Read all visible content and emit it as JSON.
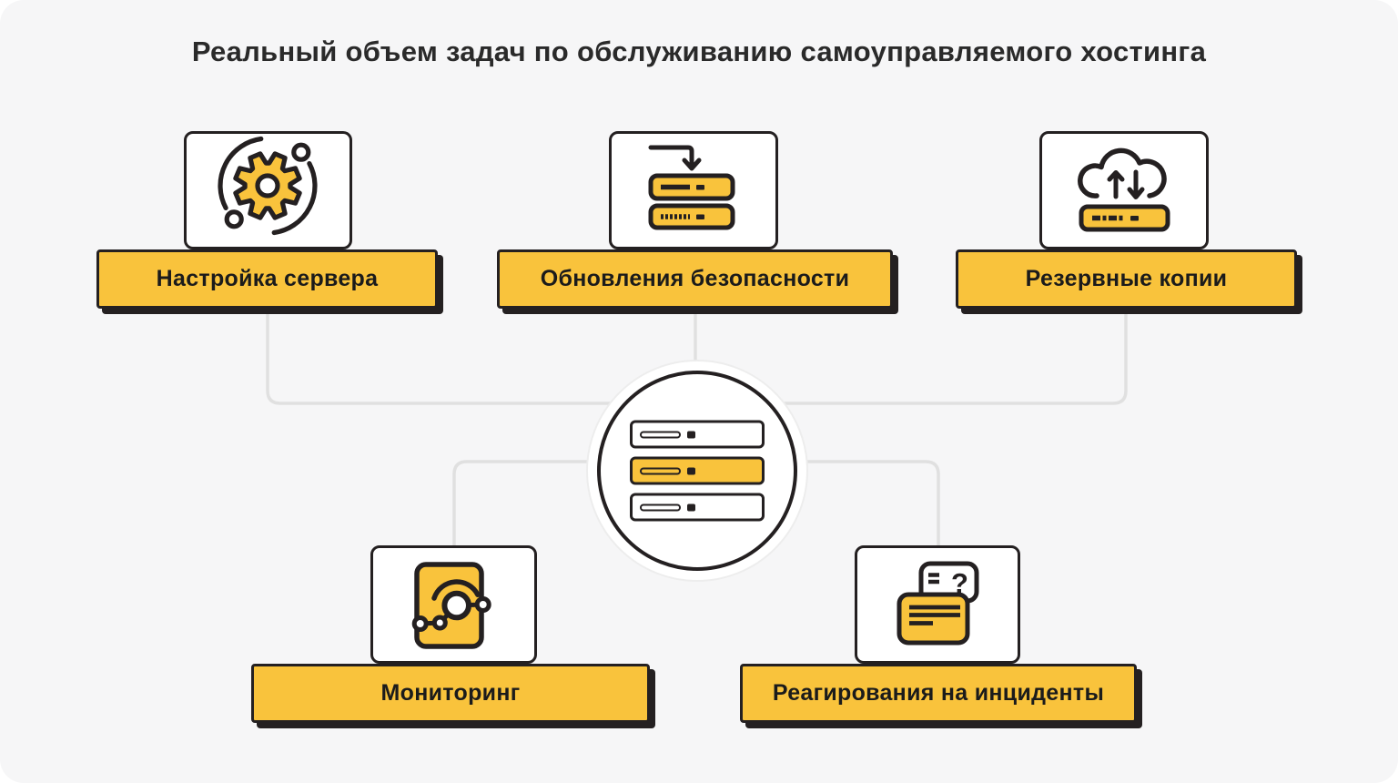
{
  "title": "Реальный объем задач по обслуживанию самоуправляемого хостинга",
  "colors": {
    "yellow": "#f9c33c",
    "ink": "#242021",
    "bg": "#f6f6f7",
    "line": "#e0e0e0",
    "card": "#ffffff"
  },
  "nodes": [
    {
      "id": "server-setup",
      "label": "Настройка сервера",
      "icon": "orbit-gear-icon"
    },
    {
      "id": "security-updates",
      "label": "Обновления безопасности",
      "icon": "server-update-arrow-icon"
    },
    {
      "id": "backups",
      "label": "Резервные копии",
      "icon": "cloud-backup-icon"
    },
    {
      "id": "monitoring",
      "label": "Мониторинг",
      "icon": "monitoring-chart-icon"
    },
    {
      "id": "incident-response",
      "label": "Реагирования на инциденты",
      "icon": "incident-chat-icon"
    }
  ],
  "center": {
    "icon": "server-stack-icon"
  }
}
